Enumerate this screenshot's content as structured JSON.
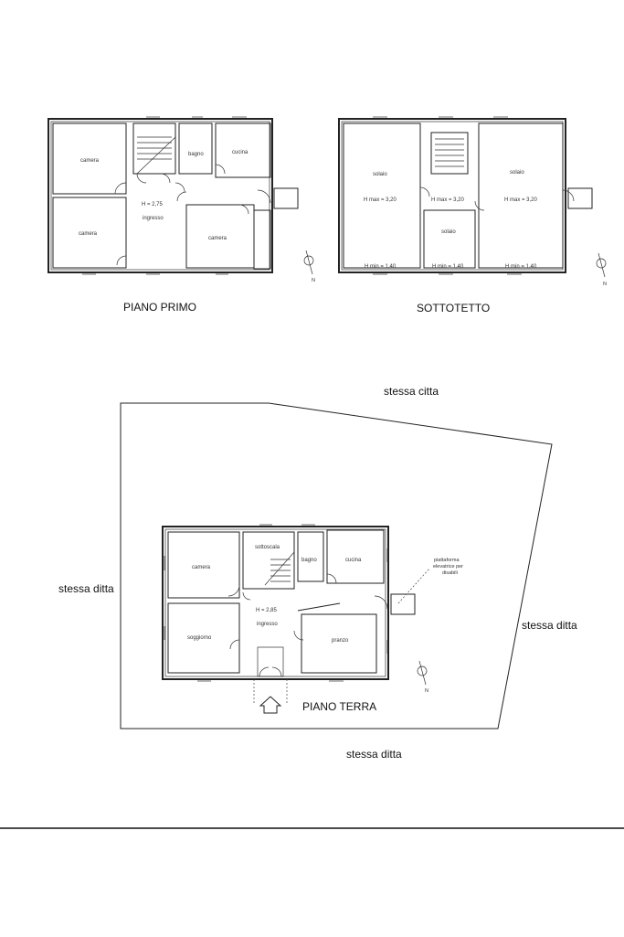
{
  "piano_primo": {
    "title": "PIANO PRIMO",
    "rooms": [
      "camera",
      "camera",
      "bagno",
      "cucina",
      "ingresso",
      "camera"
    ],
    "height": "H = 2,75",
    "north": "N"
  },
  "sottotetto": {
    "title": "SOTTOTETTO",
    "rooms": [
      "solaio",
      "solaio",
      "solaio"
    ],
    "hmax": [
      "H max = 3,20",
      "H max = 3,20",
      "H max = 3,20"
    ],
    "hmin": [
      "H min = 1,40",
      "H min = 1,40",
      "H min = 1,40"
    ],
    "north": "N"
  },
  "piano_terra": {
    "title": "PIANO TERRA",
    "rooms": [
      "camera",
      "sottoscala",
      "bagno",
      "cucina",
      "ingresso",
      "soggiorno",
      "pranzo"
    ],
    "height": "H = 2,85",
    "platform_note": [
      "piattaforma",
      "elevatrice per",
      "disabili"
    ],
    "north": "N"
  },
  "boundaries": {
    "top": "stessa citta",
    "left": "stessa ditta",
    "right": "stessa ditta",
    "bottom": "stessa ditta"
  }
}
